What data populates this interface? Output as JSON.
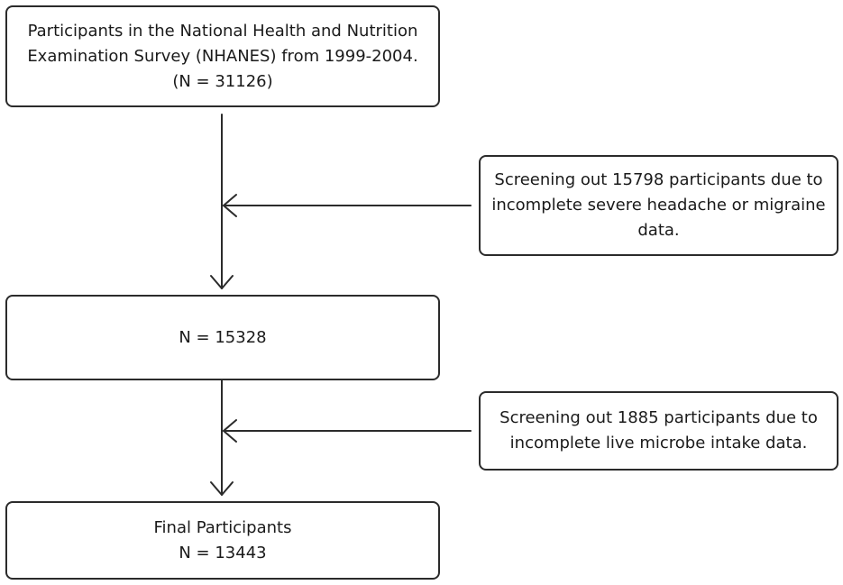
{
  "flowchart": {
    "start": {
      "line1": "Participants in the National Health and Nutrition",
      "line2": "Examination Survey (NHANES) from 1999-2004.",
      "line3": "(N = 31126)"
    },
    "exclusion1": {
      "line1": "Screening out 15798 participants due to",
      "line2": "incomplete severe headache or migraine",
      "line3": "data."
    },
    "middle": {
      "line1": "N = 15328"
    },
    "exclusion2": {
      "line1": "Screening out 1885 participants due to",
      "line2": "incomplete live microbe intake data."
    },
    "final": {
      "line1": "Final Participants",
      "line2": "N = 13443"
    }
  },
  "colors": {
    "stroke": "#2b2b2b",
    "background": "#ffffff"
  }
}
